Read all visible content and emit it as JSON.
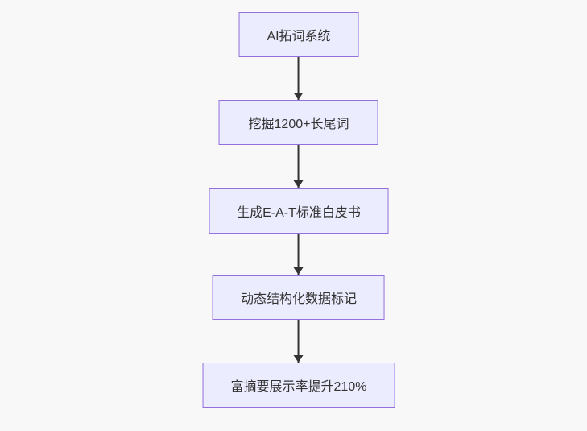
{
  "diagram": {
    "type": "flowchart",
    "direction": "top-down",
    "nodes": [
      {
        "label": "AI拓词系统"
      },
      {
        "label": "挖掘1200+长尾词"
      },
      {
        "label": "生成E-A-T标准白皮书"
      },
      {
        "label": "动态结构化数据标记"
      },
      {
        "label": "富摘要展示率提升210%"
      }
    ],
    "edges": [
      {
        "from": 0,
        "to": 1
      },
      {
        "from": 1,
        "to": 2
      },
      {
        "from": 2,
        "to": 3
      },
      {
        "from": 3,
        "to": 4
      }
    ],
    "colors": {
      "node_fill": "#ECECFF",
      "node_border": "#9370DB",
      "node_text": "#333333",
      "arrow": "#333333",
      "background": "#F8F8F8"
    }
  }
}
